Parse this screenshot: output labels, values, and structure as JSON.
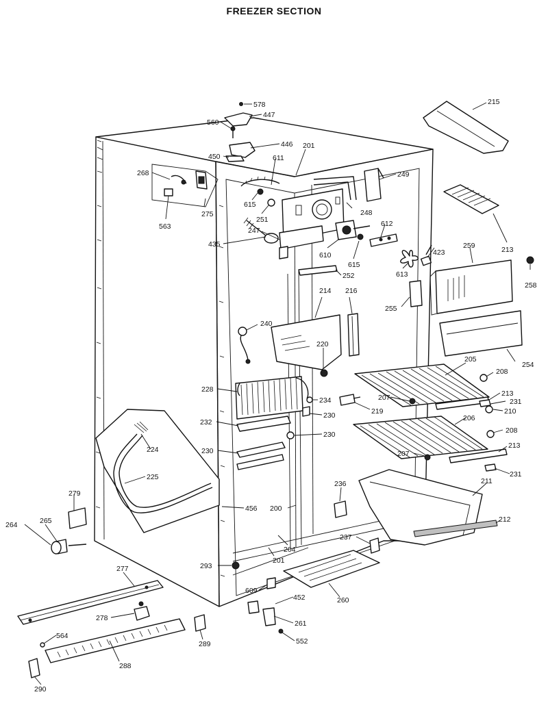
{
  "title": "FREEZER SECTION",
  "callouts": [
    "578",
    "447",
    "560",
    "446",
    "450",
    "201",
    "611",
    "249",
    "215",
    "268",
    "615",
    "248",
    "251",
    "612",
    "275",
    "563",
    "435",
    "247",
    "610",
    "615",
    "423",
    "213",
    "259",
    "258",
    "613",
    "252",
    "214",
    "216",
    "255",
    "240",
    "220",
    "254",
    "205",
    "208",
    "228",
    "234",
    "207",
    "219",
    "213",
    "231",
    "232",
    "230",
    "206",
    "210",
    "230",
    "208",
    "224",
    "230",
    "213",
    "207",
    "231",
    "225",
    "236",
    "279",
    "211",
    "456",
    "200",
    "212",
    "264",
    "265",
    "237",
    "277",
    "293",
    "204",
    "201",
    "609",
    "452",
    "260",
    "278",
    "564",
    "261",
    "289",
    "552",
    "288",
    "290"
  ]
}
